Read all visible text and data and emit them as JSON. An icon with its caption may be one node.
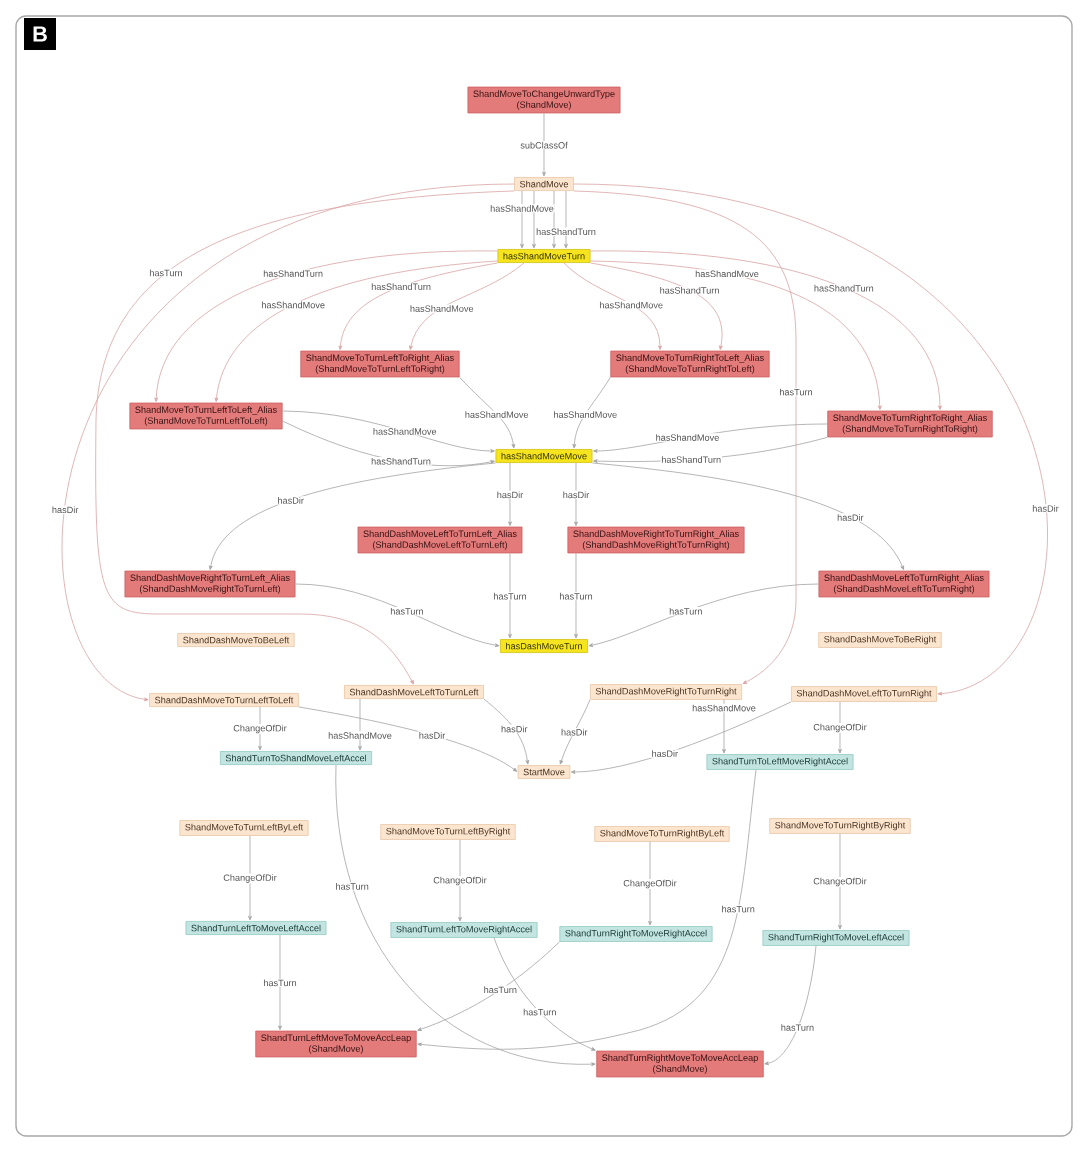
{
  "diagram": {
    "nodes": [
      {
        "text": [
          "ShandMoveToChangeUnwardType",
          "(ShandMove)"
        ]
      },
      {
        "text": [
          "ShandMove"
        ]
      },
      {
        "text": [
          "hasShandMoveTurn"
        ]
      },
      {
        "text": [
          "ShandMoveToTurnLeftToRight_Alias",
          "(ShandMoveToTurnLeftToRight)"
        ]
      },
      {
        "text": [
          "ShandMoveToTurnRightToLeft_Alias",
          "(ShandMoveToTurnRightToLeft)"
        ]
      },
      {
        "text": [
          "ShandMoveToTurnLeftToLeft_Alias",
          "(ShandMoveToTurnLeftToLeft)"
        ]
      },
      {
        "text": [
          "ShandMoveToTurnRightToRight_Alias",
          "(ShandMoveToTurnRightToRight)"
        ]
      },
      {
        "text": [
          "hasShandMoveMove"
        ]
      },
      {
        "text": [
          "ShandDashMoveLeftToTurnLeft_Alias",
          "(ShandDashMoveLeftToTurnLeft)"
        ]
      },
      {
        "text": [
          "ShandDashMoveRightToTurnRight_Alias",
          "(ShandDashMoveRightToTurnRight)"
        ]
      },
      {
        "text": [
          "ShandDashMoveRightToTurnLeft_Alias",
          "(ShandDashMoveRightToTurnLeft)"
        ]
      },
      {
        "text": [
          "ShandDashMoveLeftToTurnRight_Alias",
          "(ShandDashMoveLeftToTurnRight)"
        ]
      },
      {
        "text": [
          "hasDashMoveTurn"
        ]
      },
      {
        "text": [
          "ShandDashMoveToBeLeft"
        ]
      },
      {
        "text": [
          "ShandDashMoveToBeRight"
        ]
      },
      {
        "text": [
          "ShandDashMoveToTurnLeftToLeft"
        ]
      },
      {
        "text": [
          "ShandDashMoveLeftToTurnLeft"
        ]
      },
      {
        "text": [
          "ShandDashMoveRightToTurnRight"
        ]
      },
      {
        "text": [
          "ShandDashMoveLeftToTurnRight"
        ]
      },
      {
        "text": [
          "StartMove"
        ]
      },
      {
        "text": [
          "ShandTurnToShandMoveLeftAccel"
        ]
      },
      {
        "text": [
          "ShandTurnToLeftMoveRightAccel"
        ]
      },
      {
        "text": [
          "ShandMoveToTurnLeftByLeft"
        ]
      },
      {
        "text": [
          "ShandMoveToTurnLeftByRight"
        ]
      },
      {
        "text": [
          "ShandMoveToTurnRightByLeft"
        ]
      },
      {
        "text": [
          "ShandMoveToTurnRightByRight"
        ]
      },
      {
        "text": [
          "ShandTurnLeftToMoveLeftAccel"
        ]
      },
      {
        "text": [
          "ShandTurnLeftToMoveRightAccel"
        ]
      },
      {
        "text": [
          "ShandTurnRightToMoveRightAccel"
        ]
      },
      {
        "text": [
          "ShandTurnRightToMoveLeftAccel"
        ]
      },
      {
        "text": [
          "ShandTurnLeftMoveToMoveAccLeap",
          "(ShandMove)"
        ]
      },
      {
        "text": [
          "ShandTurnRightMoveToMoveAccLeap",
          "(ShandMove)"
        ]
      }
    ],
    "edges": [
      {
        "from": 0,
        "to": 1,
        "arrow": "to",
        "label": "subClassOf"
      },
      {
        "from": 1,
        "to": 2,
        "arrow": "to",
        "label": "hasShandMove"
      },
      {
        "from": 1,
        "to": 2,
        "arrow": "to"
      },
      {
        "from": 1,
        "to": 2,
        "arrow": "to"
      },
      {
        "from": 1,
        "to": 2,
        "arrow": "to",
        "label": "hasShandTurn"
      },
      {
        "from": 1,
        "to": 15,
        "arrow": "to",
        "label": "hasDir",
        "color": "#d9a3a3"
      },
      {
        "from": 1,
        "to": 16,
        "arrow": "to",
        "label": "hasTurn",
        "color": "#d9a3a3"
      },
      {
        "from": 1,
        "to": 18,
        "arrow": "to",
        "label": "hasDir",
        "color": "#d9a3a3"
      },
      {
        "from": 1,
        "to": 17,
        "arrow": "to",
        "label": "hasTurn",
        "color": "#d9a3a3"
      },
      {
        "from": 2,
        "to": 5,
        "arrow": "to",
        "label": "hasShandTurn",
        "color": "#d9a3a3"
      },
      {
        "from": 2,
        "to": 5,
        "arrow": "to",
        "label": "hasShandMove",
        "color": "#d9a3a3"
      },
      {
        "from": 2,
        "to": 3,
        "arrow": "to",
        "label": "hasShandTurn",
        "color": "#d9a3a3"
      },
      {
        "from": 2,
        "to": 3,
        "arrow": "to",
        "label": "hasShandMove",
        "color": "#d9a3a3"
      },
      {
        "from": 2,
        "to": 4,
        "arrow": "to",
        "label": "hasShandMove",
        "color": "#d9a3a3"
      },
      {
        "from": 2,
        "to": 4,
        "arrow": "to",
        "label": "hasShandTurn",
        "color": "#d9a3a3"
      },
      {
        "from": 2,
        "to": 6,
        "arrow": "to",
        "label": "hasShandMove",
        "color": "#d9a3a3"
      },
      {
        "from": 2,
        "to": 6,
        "arrow": "to",
        "label": "hasShandTurn",
        "color": "#d9a3a3"
      },
      {
        "from": 3,
        "to": 7,
        "arrow": "to",
        "label": "hasShandMove"
      },
      {
        "from": 4,
        "to": 7,
        "arrow": "to",
        "label": "hasShandMove"
      },
      {
        "from": 5,
        "to": 7,
        "arrow": "to",
        "label": "hasShandMove"
      },
      {
        "from": 5,
        "to": 7,
        "arrow": "to",
        "label": "hasShandTurn"
      },
      {
        "from": 6,
        "to": 7,
        "arrow": "to",
        "label": "hasShandMove"
      },
      {
        "from": 6,
        "to": 7,
        "arrow": "to",
        "label": "hasShandTurn"
      },
      {
        "from": 7,
        "to": 8,
        "arrow": "to",
        "label": "hasDir"
      },
      {
        "from": 7,
        "to": 9,
        "arrow": "to",
        "label": "hasDir"
      },
      {
        "from": 7,
        "to": 10,
        "arrow": "to",
        "label": "hasDir"
      },
      {
        "from": 7,
        "to": 11,
        "arrow": "to",
        "label": "hasDir"
      },
      {
        "from": 8,
        "to": 12,
        "arrow": "to",
        "label": "hasTurn"
      },
      {
        "from": 9,
        "to": 12,
        "arrow": "to",
        "label": "hasTurn"
      },
      {
        "from": 10,
        "to": 12,
        "arrow": "to",
        "label": "hasTurn"
      },
      {
        "from": 11,
        "to": 12,
        "arrow": "to",
        "label": "hasTurn"
      },
      {
        "from": 15,
        "to": 20,
        "arrow": "to",
        "label": "ChangeOfDir"
      },
      {
        "from": 16,
        "to": 20,
        "arrow": "to",
        "label": "hasShandMove"
      },
      {
        "from": 15,
        "to": 19,
        "arrow": "to",
        "label": "hasDir"
      },
      {
        "from": 16,
        "to": 19,
        "arrow": "to",
        "label": "hasDir"
      },
      {
        "from": 17,
        "to": 19,
        "arrow": "to",
        "label": "hasDir"
      },
      {
        "from": 18,
        "to": 19,
        "arrow": "to",
        "label": "hasDir"
      },
      {
        "from": 17,
        "to": 21,
        "arrow": "to",
        "label": "hasShandMove"
      },
      {
        "from": 18,
        "to": 21,
        "arrow": "to",
        "label": "ChangeOfDir"
      },
      {
        "from": 20,
        "to": 31,
        "arrow": "to",
        "label": "hasTurn"
      },
      {
        "from": 21,
        "to": 30,
        "arrow": "to",
        "label": "hasTurn"
      },
      {
        "from": 22,
        "to": 26,
        "arrow": "to",
        "label": "ChangeOfDir"
      },
      {
        "from": 23,
        "to": 27,
        "arrow": "to",
        "label": "ChangeOfDir"
      },
      {
        "from": 24,
        "to": 28,
        "arrow": "to",
        "label": "ChangeOfDir"
      },
      {
        "from": 25,
        "to": 29,
        "arrow": "to",
        "label": "ChangeOfDir"
      },
      {
        "from": 26,
        "to": 30,
        "arrow": "to",
        "label": "hasTurn"
      },
      {
        "from": 27,
        "to": 31,
        "arrow": "to",
        "label": "hasTurn"
      },
      {
        "from": 28,
        "to": 30,
        "arrow": "to",
        "label": "hasTurn"
      },
      {
        "from": 29,
        "to": 31,
        "arrow": "to",
        "label": "hasTurn"
      }
    ],
    "labels": [
      "B"
    ]
  }
}
